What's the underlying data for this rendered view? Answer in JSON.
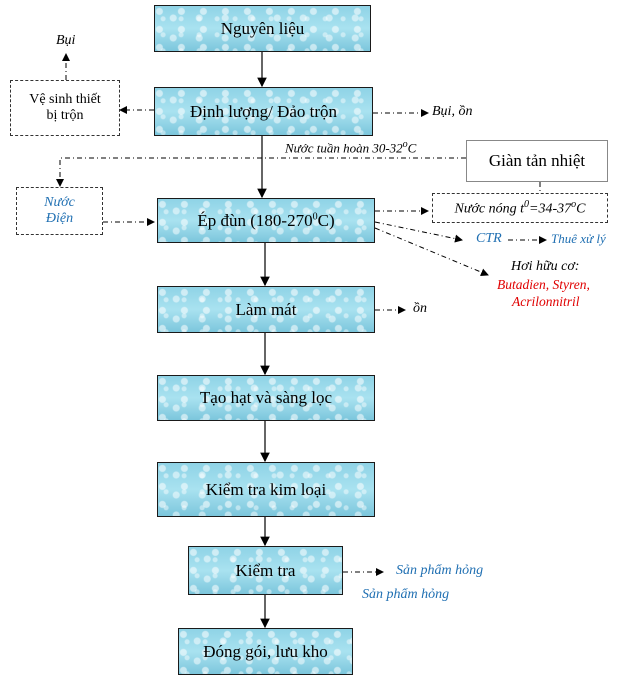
{
  "steps": {
    "nguyen_lieu": "Nguyên liệu",
    "dinh_luong": "Định lượng/ Đảo trộn",
    "ep_dun": "Ép đùn (180-270",
    "ep_dun_sup": "0",
    "ep_dun_end": "C)",
    "lam_mat": "Làm mát",
    "tao_hat": "Tạo hạt và sàng lọc",
    "kiem_tra_kim_loai": "Kiểm tra kim loại",
    "kiem_tra": "Kiểm tra",
    "dong_goi": "Đóng gói, lưu kho"
  },
  "side": {
    "bui_top": "Bụi",
    "ve_sinh_1": "Vệ sinh thiết",
    "ve_sinh_2": "bị trộn",
    "bui_on": "Bụi, ồn",
    "nuoc_tuan_hoan": "Nước tuần hoàn 30-32",
    "nuoc_tuan_hoan_sup": "o",
    "nuoc_tuan_hoan_end": "C",
    "gian_tan_nhiet": "Giàn tản nhiệt",
    "nuoc_1": "Nước",
    "nuoc_2": "Điện",
    "nuoc_nong": "Nước nóng t",
    "nuoc_nong_sup": "0",
    "nuoc_nong_mid": "=34-37",
    "nuoc_nong_sup2": "o",
    "nuoc_nong_end": "C",
    "ctr": "CTR",
    "thue_xu_ly": "Thuê xử lý",
    "hoi_huu_co": "Hơi hữu cơ:",
    "hoi_chat_1": "Butadien, Styren,",
    "hoi_chat_2": "Acrilonnitril",
    "on": "ồn",
    "san_pham_hong_1": "Sản phẩm hỏng",
    "san_pham_hong_2": "Sản phẩm hỏng"
  },
  "colors": {
    "box_fill": "#8fd3e6",
    "blue_text": "#1f6fb2",
    "red_text": "#e00000"
  }
}
